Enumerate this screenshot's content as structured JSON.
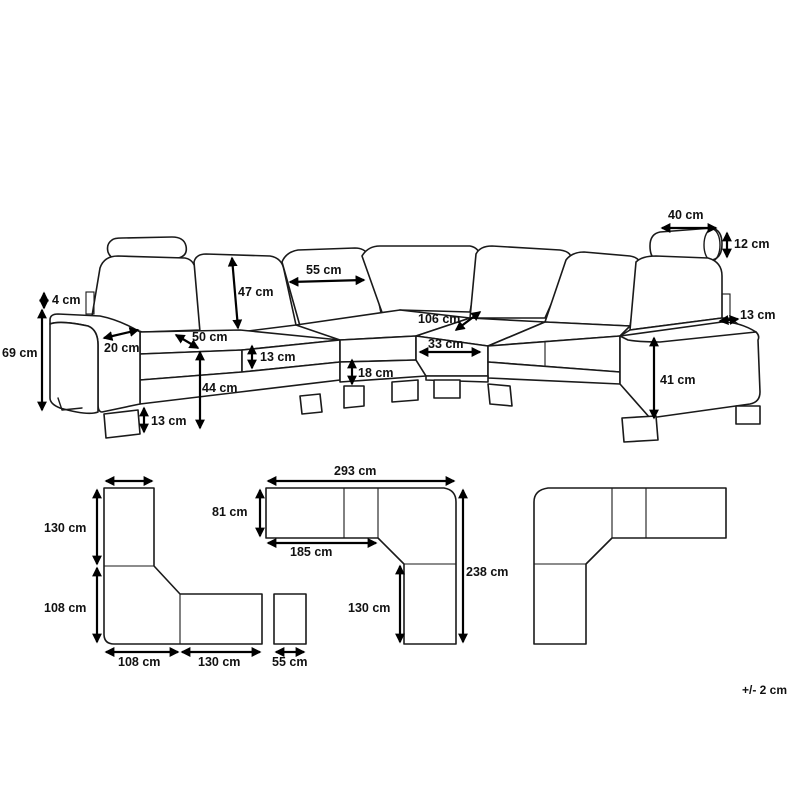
{
  "sofa_dimensions": {
    "headrest_width": "40 cm",
    "headrest_height": "12 cm",
    "leg_to_top_right": "13 cm",
    "back_cushion_width": "55 cm",
    "back_cushion_height": "47 cm",
    "corner_depth": "106 cm",
    "armrest_offset": "4 cm",
    "total_height": "69 cm",
    "armrest_width": "20 cm",
    "seat_depth": "50 cm",
    "seat_cushion_height": "13 cm",
    "seat_height": "44 cm",
    "leg_height": "13 cm",
    "base_height": "18 cm",
    "corner_seat_width": "33 cm",
    "armrest_height": "41 cm"
  },
  "plan_dimensions": {
    "left_depth": "130 cm",
    "left_corner": "108 cm",
    "bottom_corner": "108 cm",
    "bottom_end": "130 cm",
    "ottoman": "55 cm",
    "total_width": "293 cm",
    "module_depth": "81 cm",
    "partial_width": "185 cm",
    "total_length": "238 cm",
    "right_depth": "130 cm"
  },
  "tolerance": "+/- 2 cm"
}
